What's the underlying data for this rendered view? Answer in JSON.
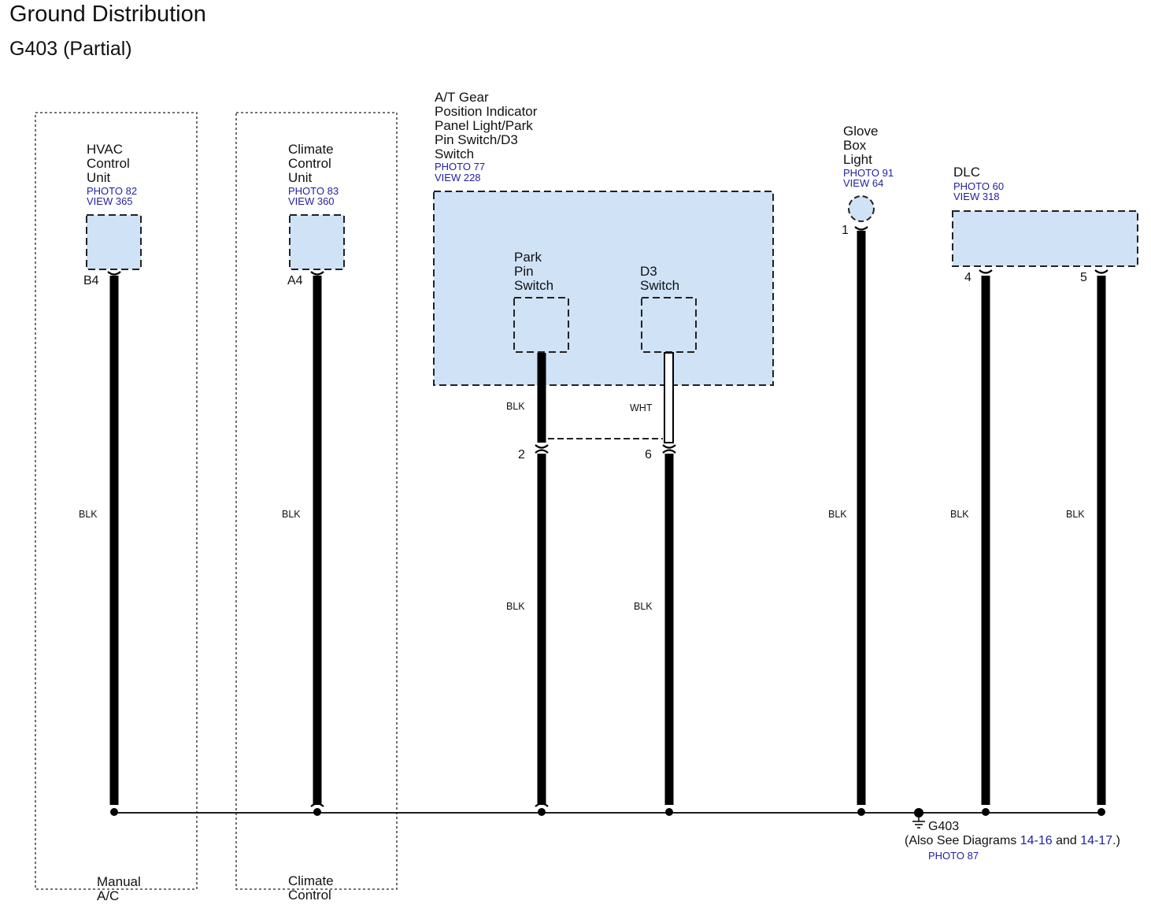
{
  "title": "Ground Distribution",
  "subtitle": "G403 (Partial)",
  "colors": {
    "component_fill": "#cfe2f6",
    "wire": "#000000",
    "ref_text": "#1f1fa0"
  },
  "components": [
    {
      "name": "HVAC\nControl\nUnit",
      "photo": "PHOTO 82",
      "view": "VIEW 365",
      "pin": "B4",
      "wire": "BLK"
    },
    {
      "name": "Climate\nControl\nUnit",
      "photo": "PHOTO 83",
      "view": "VIEW 360",
      "pin": "A4",
      "wire": "BLK"
    },
    {
      "name": "A/T Gear\nPosition Indicator\nPanel Light/Park\nPin Switch/D3\nSwitch",
      "photo": "PHOTO 77",
      "view": "VIEW 228",
      "sub": [
        {
          "name": "Park\nPin\nSwitch",
          "wire_top": "BLK",
          "pin": "2",
          "wire_bottom": "BLK"
        },
        {
          "name": "D3\nSwitch",
          "wire_top": "WHT",
          "pin": "6",
          "wire_bottom": "BLK"
        }
      ]
    },
    {
      "name": "Glove\nBox\nLight",
      "photo": "PHOTO 91",
      "view": "VIEW 64",
      "pin": "1",
      "wire": "BLK"
    },
    {
      "name": "DLC",
      "photo": "PHOTO 60",
      "view": "VIEW 318",
      "pins": [
        "4",
        "5"
      ],
      "wires": [
        "BLK",
        "BLK"
      ]
    }
  ],
  "option_groups": [
    "Manual\nA/C",
    "Climate\nControl"
  ],
  "ground": {
    "name": "G403",
    "note_prefix": "(Also See Diagrams ",
    "link1": "14-16",
    "and": " and ",
    "link2": "14-17",
    "note_suffix": ".)",
    "photo": "PHOTO 87"
  }
}
